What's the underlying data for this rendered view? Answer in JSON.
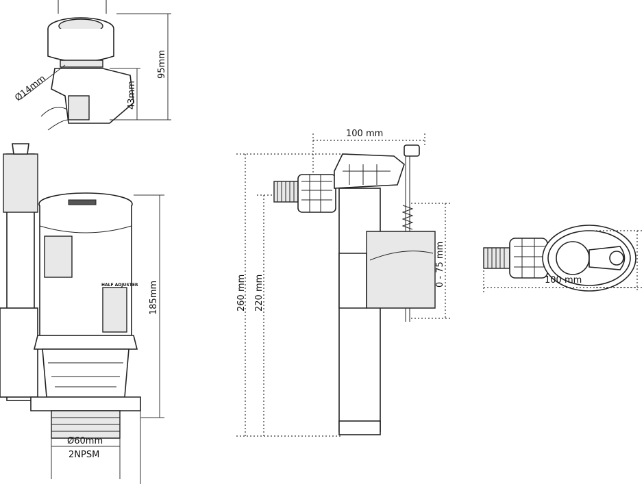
{
  "push_button": {
    "dia_label": "Ø14mm",
    "height_small": "43mm",
    "height_total": "95mm"
  },
  "flush_valve": {
    "height": "185mm",
    "dia_label": "Ø60mm",
    "thread_label": "2NPSM",
    "adjuster_label": "HALF ADJUSTER"
  },
  "fill_valve": {
    "width": "100 mm",
    "height_total": "260 mm",
    "height_inlet": "220 mm",
    "float_range": "0 - 75 mm"
  },
  "fill_valve_top": {
    "width": "100 mm"
  }
}
